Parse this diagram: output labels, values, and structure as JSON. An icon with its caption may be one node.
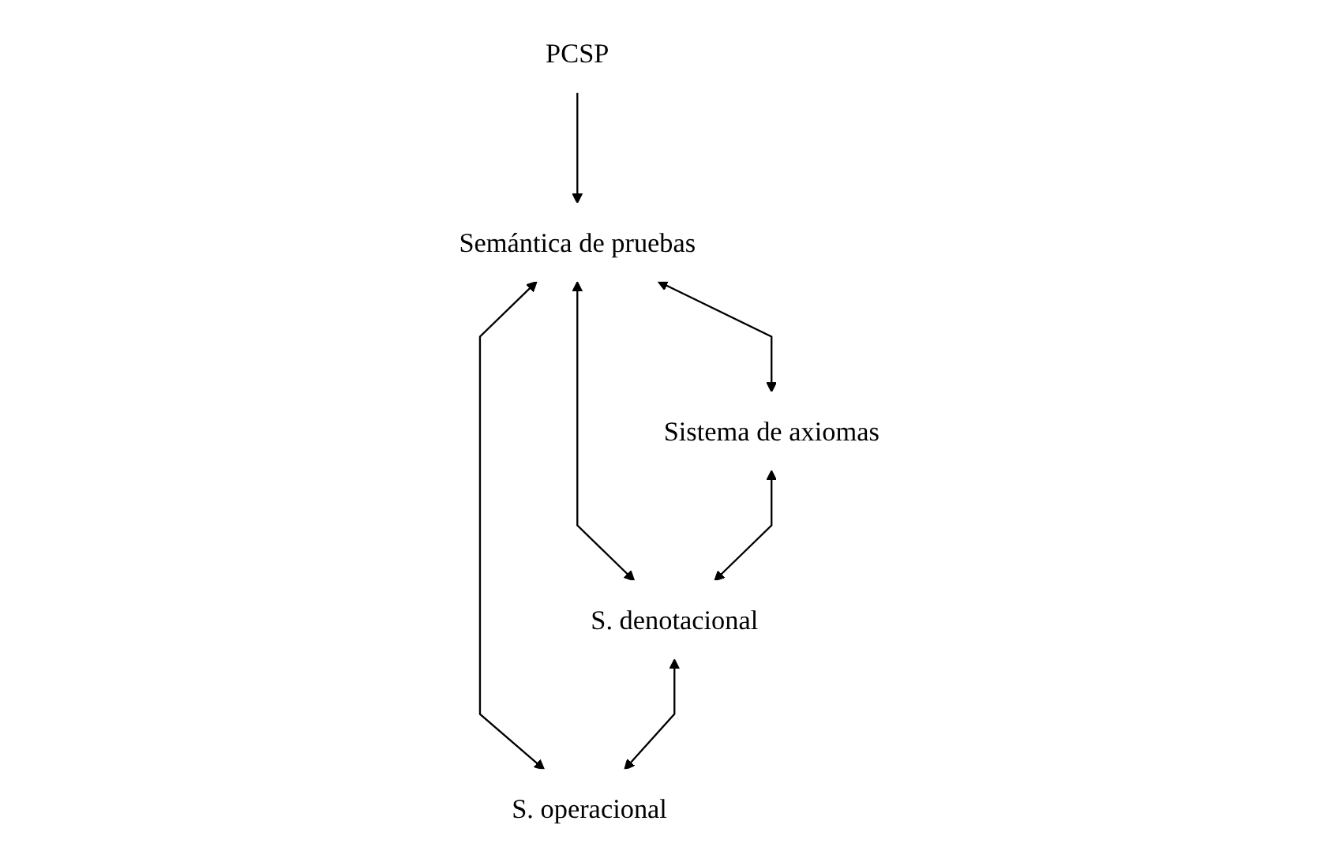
{
  "diagram": {
    "nodes": [
      {
        "text": [
          "PCSP"
        ]
      },
      {
        "text": [
          "Semántica de pruebas"
        ]
      },
      {
        "text": [
          "Sistema de axiomas"
        ]
      },
      {
        "text": [
          "S. denotacional"
        ]
      },
      {
        "text": [
          "S. operacional"
        ]
      }
    ],
    "edges": [
      {
        "from": 0,
        "to": 1,
        "arrow": "to"
      },
      {
        "from": 1,
        "to": 2,
        "arrow": "both"
      },
      {
        "from": 1,
        "to": 3,
        "arrow": "both"
      },
      {
        "from": 1,
        "to": 4,
        "arrow": "both"
      },
      {
        "from": 2,
        "to": 3,
        "arrow": "both"
      },
      {
        "from": 3,
        "to": 4,
        "arrow": "both"
      }
    ]
  }
}
